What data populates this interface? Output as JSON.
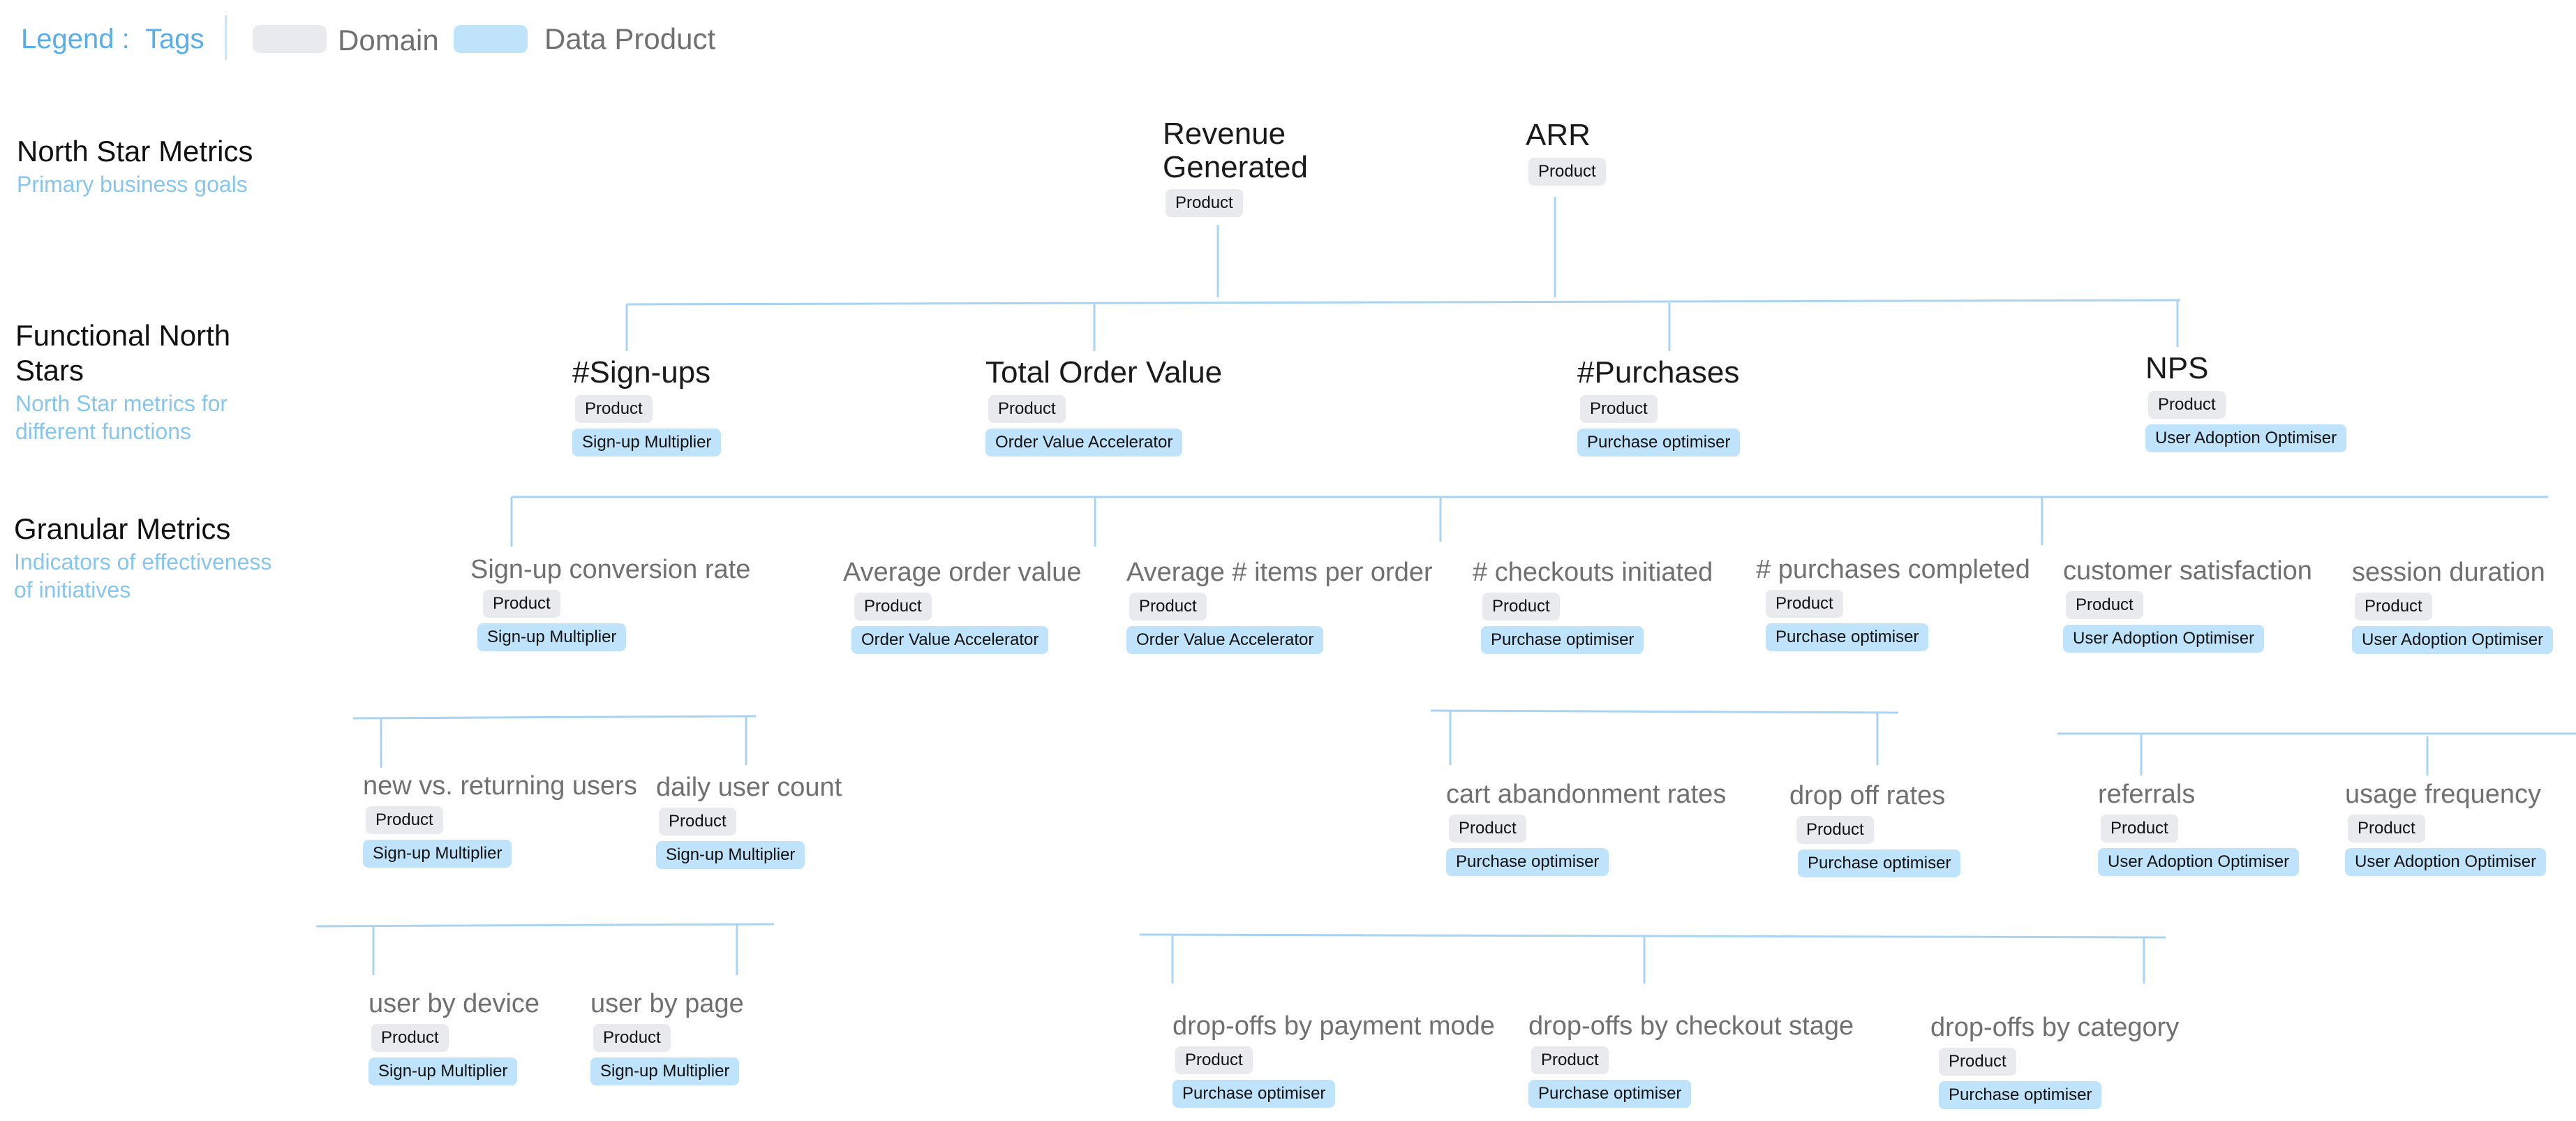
{
  "legend": {
    "label": "Legend :",
    "tags_label": "Tags",
    "items": [
      {
        "label": "Domain",
        "color": "#e8eaed"
      },
      {
        "label": "Data Product",
        "color": "#bfe3fb"
      }
    ]
  },
  "levels": [
    {
      "name": "North Star Metrics",
      "desc": "Primary business goals"
    },
    {
      "name": "Functional North Stars",
      "desc": "North Star metrics for different functions"
    },
    {
      "name": "Granular Metrics",
      "desc": "Indicators of effectiveness of initiatives"
    }
  ],
  "colors": {
    "connector": "#a8d4f2",
    "domain_tag": "#e8eaed",
    "product_tag": "#bfe3fb",
    "accent": "#5aaee8"
  },
  "nodes": [
    {
      "title": "Revenue Generated",
      "domain": "Product",
      "product": ""
    },
    {
      "title": "ARR",
      "domain": "Product",
      "product": ""
    },
    {
      "title": "#Sign-ups",
      "domain": "Product",
      "product": "Sign-up Multiplier"
    },
    {
      "title": "Total Order Value",
      "domain": "Product",
      "product": "Order Value Accelerator"
    },
    {
      "title": "#Purchases",
      "domain": "Product",
      "product": "Purchase optimiser"
    },
    {
      "title": "NPS",
      "domain": "Product",
      "product": "User Adoption Optimiser"
    },
    {
      "title": "Sign-up conversion rate",
      "domain": "Product",
      "product": "Sign-up Multiplier"
    },
    {
      "title": "Average order value",
      "domain": "Product",
      "product": "Order Value Accelerator"
    },
    {
      "title": "Average # items per order",
      "domain": "Product",
      "product": "Order Value Accelerator"
    },
    {
      "title": "# checkouts initiated",
      "domain": "Product",
      "product": "Purchase optimiser"
    },
    {
      "title": "# purchases completed",
      "domain": "Product",
      "product": "Purchase optimiser"
    },
    {
      "title": "customer satisfaction",
      "domain": "Product",
      "product": "User Adoption Optimiser"
    },
    {
      "title": "session duration",
      "domain": "Product",
      "product": "User Adoption Optimiser"
    },
    {
      "title": "new vs. returning users",
      "domain": "Product",
      "product": "Sign-up Multiplier"
    },
    {
      "title": "daily user count",
      "domain": "Product",
      "product": "Sign-up Multiplier"
    },
    {
      "title": "cart abandonment rates",
      "domain": "Product",
      "product": "Purchase optimiser"
    },
    {
      "title": "drop off rates",
      "domain": "Product",
      "product": "Purchase optimiser"
    },
    {
      "title": "referrals",
      "domain": "Product",
      "product": "User Adoption Optimiser"
    },
    {
      "title": "usage frequency",
      "domain": "Product",
      "product": "User Adoption Optimiser"
    },
    {
      "title": "user by device",
      "domain": "Product",
      "product": "Sign-up Multiplier"
    },
    {
      "title": "user by page",
      "domain": "Product",
      "product": "Sign-up Multiplier"
    },
    {
      "title": "drop-offs by payment mode",
      "domain": "Product",
      "product": "Purchase optimiser"
    },
    {
      "title": "drop-offs by checkout stage",
      "domain": "Product",
      "product": "Purchase optimiser"
    },
    {
      "title": "drop-offs by category",
      "domain": "Product",
      "product": "Purchase optimiser"
    }
  ]
}
